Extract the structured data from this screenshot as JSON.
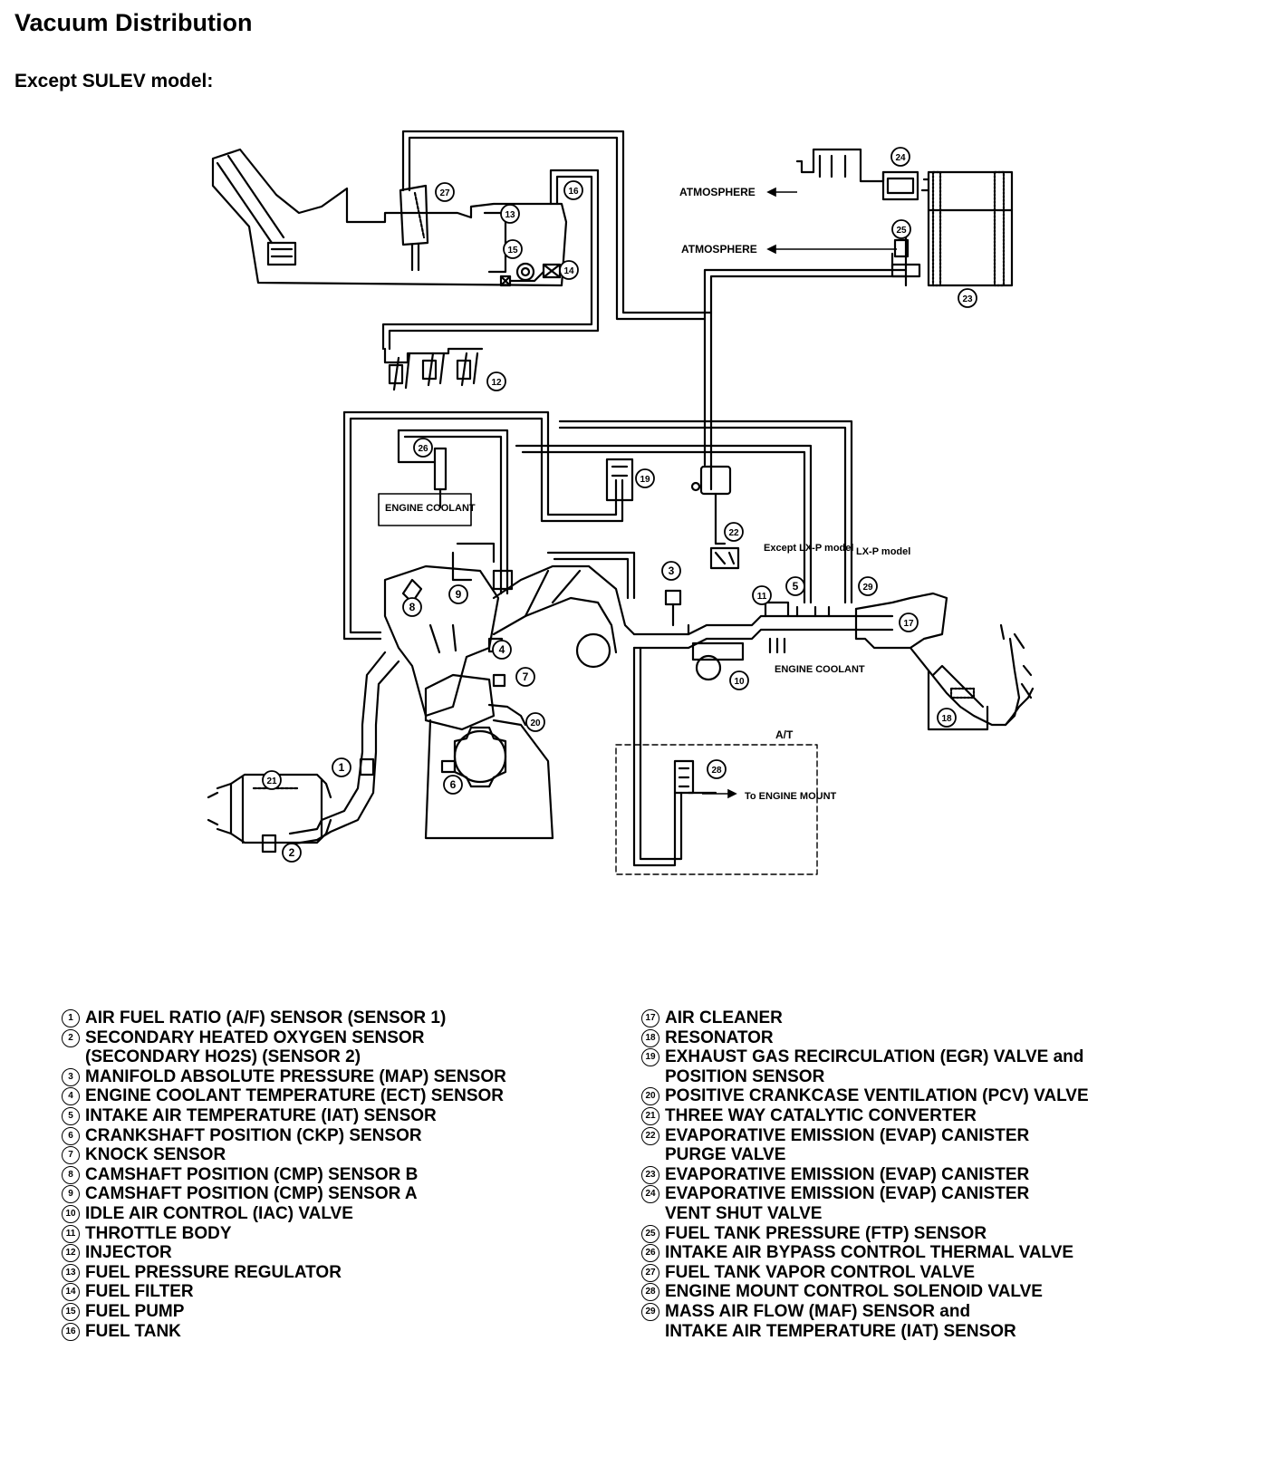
{
  "title": "Vacuum Distribution",
  "subtitle": "Except SULEV model:",
  "diagram": {
    "labels": {
      "atmosphere_1": "ATMOSPHERE",
      "atmosphere_2": "ATMOSPHERE",
      "engine_coolant_1": "ENGINE COOLANT",
      "engine_coolant_2": "ENGINE COOLANT",
      "except_lxp": "Except LX-P model",
      "lxp": "LX-P model",
      "at": "A/T",
      "to_engine_mount": "To ENGINE MOUNT"
    },
    "callouts": [
      "1",
      "2",
      "3",
      "4",
      "5",
      "6",
      "7",
      "8",
      "9",
      "10",
      "11",
      "12",
      "13",
      "14",
      "15",
      "16",
      "17",
      "18",
      "19",
      "20",
      "21",
      "22",
      "23",
      "24",
      "25",
      "26",
      "27",
      "28",
      "29"
    ]
  },
  "legend": {
    "left": [
      {
        "num": "1",
        "text": "AIR FUEL RATIO (A/F) SENSOR (SENSOR 1)"
      },
      {
        "num": "2",
        "text": "SECONDARY HEATED OXYGEN SENSOR\n(SECONDARY HO2S) (SENSOR 2)"
      },
      {
        "num": "3",
        "text": "MANIFOLD ABSOLUTE PRESSURE (MAP) SENSOR"
      },
      {
        "num": "4",
        "text": "ENGINE COOLANT TEMPERATURE (ECT) SENSOR"
      },
      {
        "num": "5",
        "text": "INTAKE AIR TEMPERATURE (IAT) SENSOR"
      },
      {
        "num": "6",
        "text": "CRANKSHAFT POSITION (CKP) SENSOR"
      },
      {
        "num": "7",
        "text": "KNOCK SENSOR"
      },
      {
        "num": "8",
        "text": "CAMSHAFT POSITION (CMP) SENSOR B"
      },
      {
        "num": "9",
        "text": "CAMSHAFT POSITION (CMP) SENSOR A"
      },
      {
        "num": "10",
        "text": "IDLE AIR CONTROL (IAC) VALVE"
      },
      {
        "num": "11",
        "text": "THROTTLE BODY"
      },
      {
        "num": "12",
        "text": "INJECTOR"
      },
      {
        "num": "13",
        "text": "FUEL PRESSURE REGULATOR"
      },
      {
        "num": "14",
        "text": "FUEL FILTER"
      },
      {
        "num": "15",
        "text": "FUEL PUMP"
      },
      {
        "num": "16",
        "text": "FUEL TANK"
      }
    ],
    "right": [
      {
        "num": "17",
        "text": "AIR CLEANER"
      },
      {
        "num": "18",
        "text": "RESONATOR"
      },
      {
        "num": "19",
        "text": "EXHAUST GAS RECIRCULATION (EGR) VALVE and\nPOSITION SENSOR"
      },
      {
        "num": "20",
        "text": "POSITIVE CRANKCASE VENTILATION (PCV) VALVE"
      },
      {
        "num": "21",
        "text": "THREE WAY CATALYTIC CONVERTER"
      },
      {
        "num": "22",
        "text": "EVAPORATIVE EMISSION (EVAP) CANISTER\nPURGE VALVE"
      },
      {
        "num": "23",
        "text": "EVAPORATIVE EMISSION (EVAP) CANISTER"
      },
      {
        "num": "24",
        "text": "EVAPORATIVE EMISSION (EVAP) CANISTER\nVENT SHUT VALVE"
      },
      {
        "num": "25",
        "text": "FUEL TANK PRESSURE (FTP) SENSOR"
      },
      {
        "num": "26",
        "text": "INTAKE AIR BYPASS CONTROL THERMAL VALVE"
      },
      {
        "num": "27",
        "text": "FUEL TANK VAPOR CONTROL VALVE"
      },
      {
        "num": "28",
        "text": "ENGINE MOUNT CONTROL SOLENOID VALVE"
      },
      {
        "num": "29",
        "text": "MASS AIR FLOW (MAF) SENSOR and\nINTAKE AIR TEMPERATURE (IAT) SENSOR"
      }
    ]
  }
}
